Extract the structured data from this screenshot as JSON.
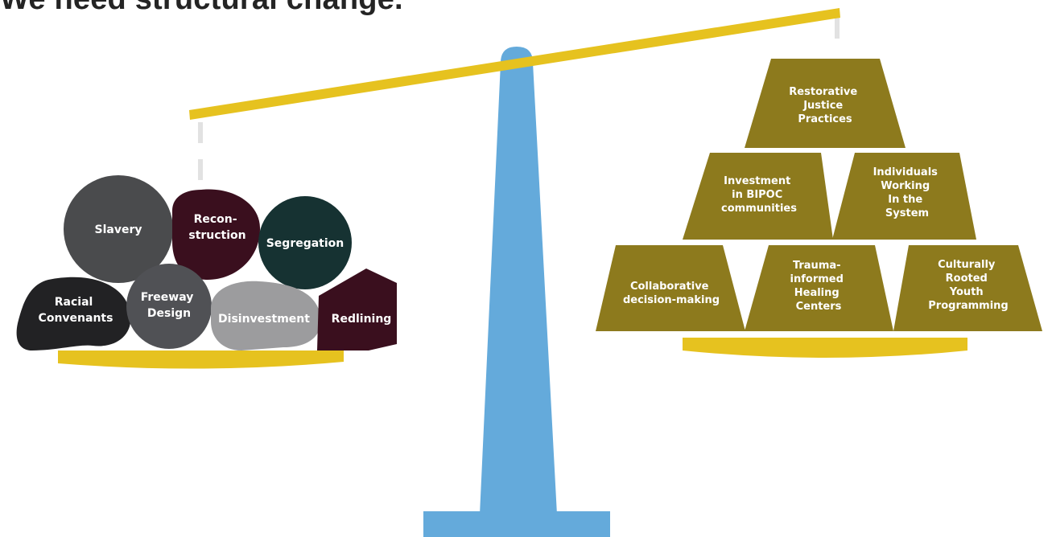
{
  "title": "We need structural change.",
  "colors": {
    "beam": "#e6c21f",
    "pan": "#e6c21f",
    "post": "#64aadb",
    "chain": "#e2e2e2",
    "block": "#8d7a1d"
  },
  "left_pan": {
    "stones": [
      {
        "name": "stone-slavery",
        "lines": [
          "Slavery"
        ],
        "color": "#4a4b4d"
      },
      {
        "name": "stone-reconstruction",
        "lines": [
          "Recon-",
          "struction"
        ],
        "color": "#3a0f1e"
      },
      {
        "name": "stone-segregation",
        "lines": [
          "Segregation"
        ],
        "color": "#163232"
      },
      {
        "name": "stone-racial-convenants",
        "lines": [
          "Racial",
          "Convenants"
        ],
        "color": "#222224"
      },
      {
        "name": "stone-freeway-design",
        "lines": [
          "Freeway",
          "Design"
        ],
        "color": "#505155"
      },
      {
        "name": "stone-disinvestment",
        "lines": [
          "Disinvestment"
        ],
        "color": "#9c9c9e"
      },
      {
        "name": "stone-redlining",
        "lines": [
          "Redlining"
        ],
        "color": "#3a0f1e"
      }
    ]
  },
  "right_pan": {
    "blocks": [
      {
        "name": "block-restorative-justice",
        "lines": [
          "Restorative",
          "Justice",
          "Practices"
        ]
      },
      {
        "name": "block-investment-bipoc",
        "lines": [
          "Investment",
          "in BIPOC",
          "communities"
        ]
      },
      {
        "name": "block-individuals-working",
        "lines": [
          "Individuals",
          "Working",
          "In the",
          "System"
        ]
      },
      {
        "name": "block-collaborative",
        "lines": [
          "Collaborative",
          "decision-making"
        ]
      },
      {
        "name": "block-trauma-informed",
        "lines": [
          "Trauma-",
          "informed",
          "Healing",
          "Centers"
        ]
      },
      {
        "name": "block-culturally-rooted",
        "lines": [
          "Culturally",
          "Rooted",
          "Youth",
          "Programming"
        ]
      }
    ]
  }
}
